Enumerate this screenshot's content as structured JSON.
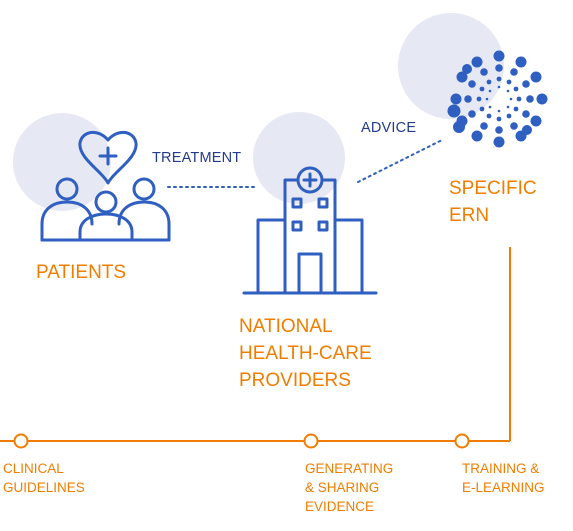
{
  "colors": {
    "orange": "#f07d00",
    "navy": "#233b8e",
    "blue": "#2f5fc0",
    "halo": "#e6e8f4"
  },
  "icons": {
    "patients": "patients-heart-icon",
    "hospital": "hospital-building-icon",
    "ern": "ern-dot-cluster-icon"
  },
  "nodes": {
    "patients": {
      "label": "PATIENTS"
    },
    "providers": {
      "line1": "NATIONAL",
      "line2": "HEALTH-CARE",
      "line3": "PROVIDERS"
    },
    "ern": {
      "line1": "SPECIFIC",
      "line2": "ERN"
    }
  },
  "links": {
    "treatment": "TREATMENT",
    "advice": "ADVICE"
  },
  "timeline": [
    {
      "line1": "CLINICAL",
      "line2": "GUIDELINES",
      "line3": ""
    },
    {
      "line1": "GENERATING",
      "line2": "& SHARING",
      "line3": "EVIDENCE"
    },
    {
      "line1": "TRAINING &",
      "line2": "E-LEARNING",
      "line3": ""
    }
  ]
}
